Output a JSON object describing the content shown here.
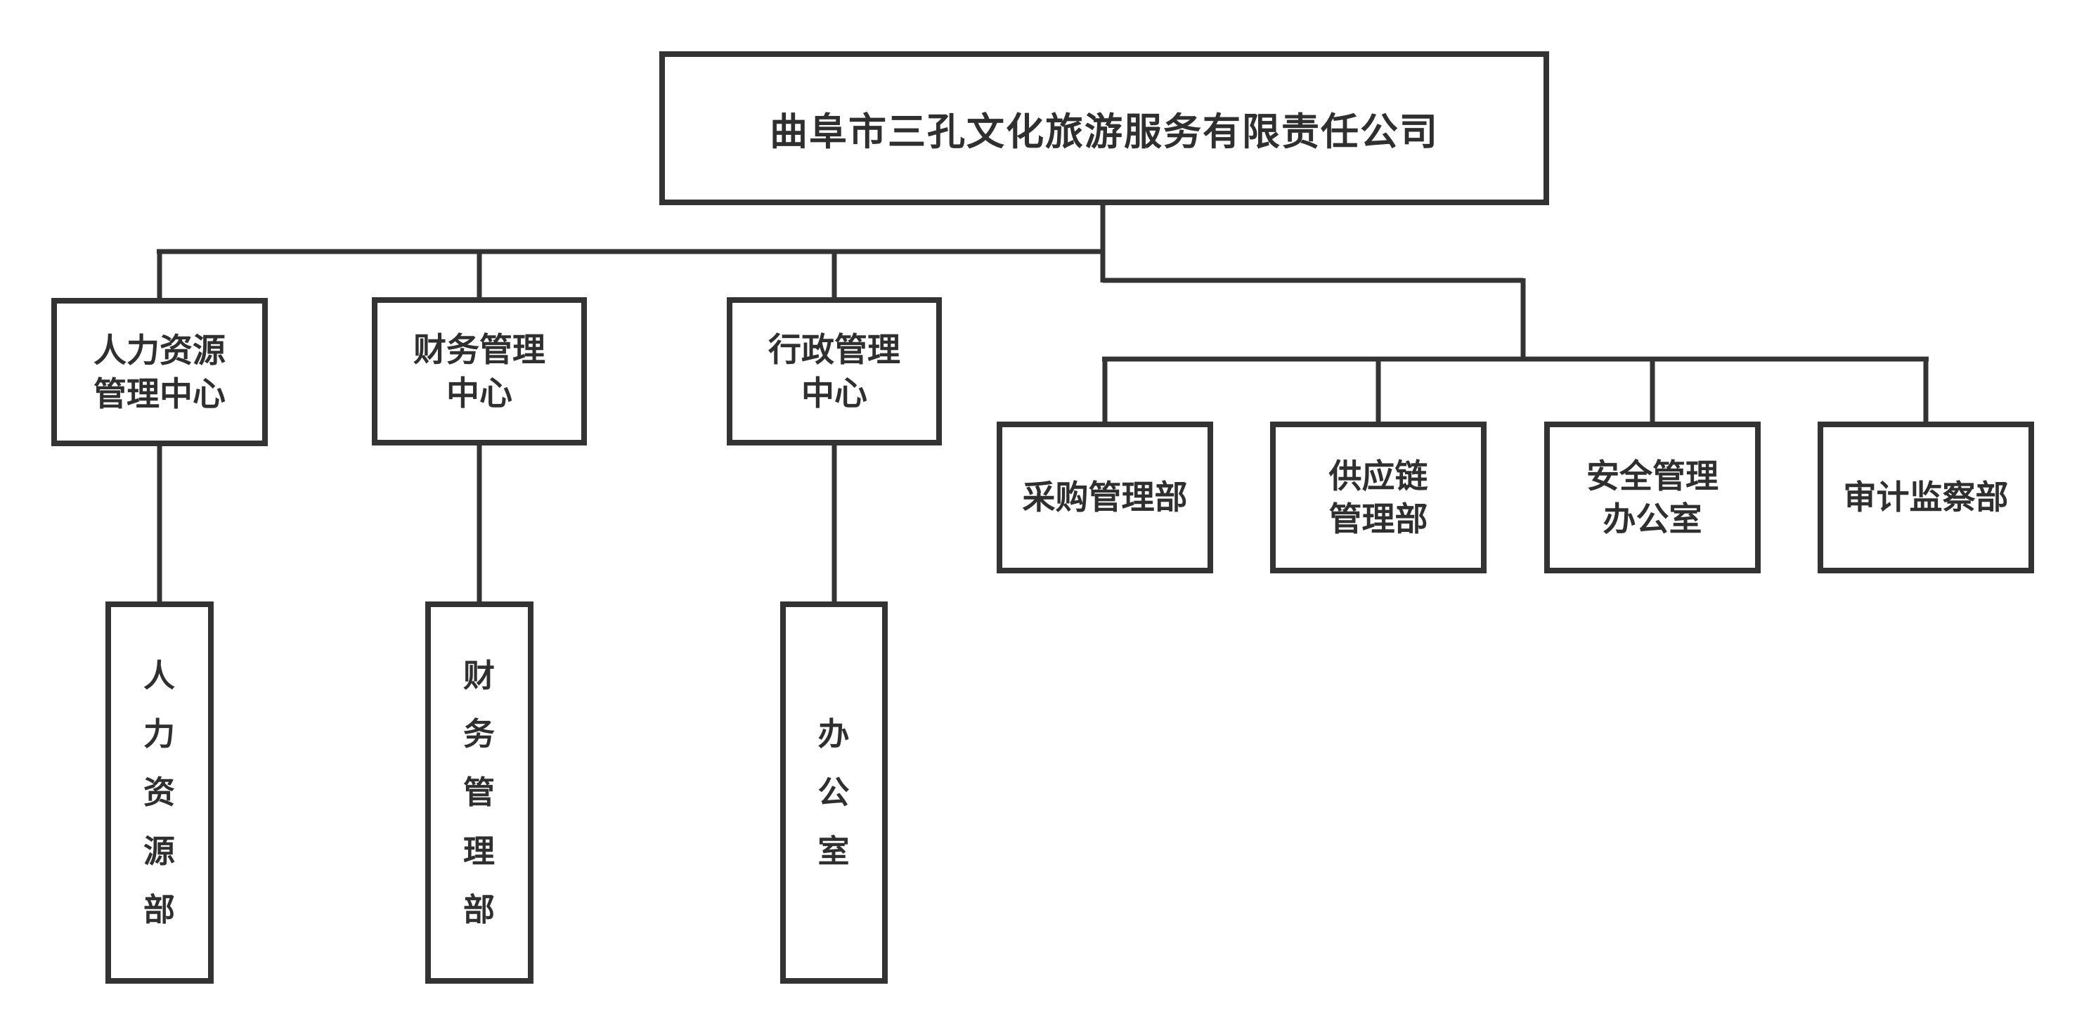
{
  "org_chart": {
    "type": "org-tree",
    "company": "曲阜市三孔文化旅游服务有限责任公司",
    "colors": {
      "line_color": "#333333",
      "border_color": "#333333",
      "text_color": "#2f2f2f",
      "box_bg": "#ffffff",
      "page_bg": "#ffffff"
    },
    "nodes": {
      "root": {
        "label": "曲阜市三孔文化旅游服务有限责任公司"
      },
      "hr_center": {
        "label": "人力资源\n管理中心"
      },
      "finance_center": {
        "label": "财务管理\n中心"
      },
      "admin_center": {
        "label": "行政管理\n中心"
      },
      "procurement_dept": {
        "label": "采购管理部"
      },
      "supply_chain_dept": {
        "label": "供应链\n管理部"
      },
      "safety_office": {
        "label": "安全管理\n办公室"
      },
      "audit_dept": {
        "label": "审计监察部"
      },
      "hr_dept": {
        "label": "人\n力\n资\n源\n部"
      },
      "finance_dept": {
        "label": "财\n务\n管\n理\n部"
      },
      "office": {
        "label": "办\n公\n室"
      }
    },
    "edges": [
      {
        "from": "root",
        "to": "hr_center"
      },
      {
        "from": "root",
        "to": "finance_center"
      },
      {
        "from": "root",
        "to": "admin_center"
      },
      {
        "from": "root",
        "to": "procurement_dept"
      },
      {
        "from": "root",
        "to": "supply_chain_dept"
      },
      {
        "from": "root",
        "to": "safety_office"
      },
      {
        "from": "root",
        "to": "audit_dept"
      },
      {
        "from": "hr_center",
        "to": "hr_dept"
      },
      {
        "from": "finance_center",
        "to": "finance_dept"
      },
      {
        "from": "admin_center",
        "to": "office"
      }
    ]
  }
}
